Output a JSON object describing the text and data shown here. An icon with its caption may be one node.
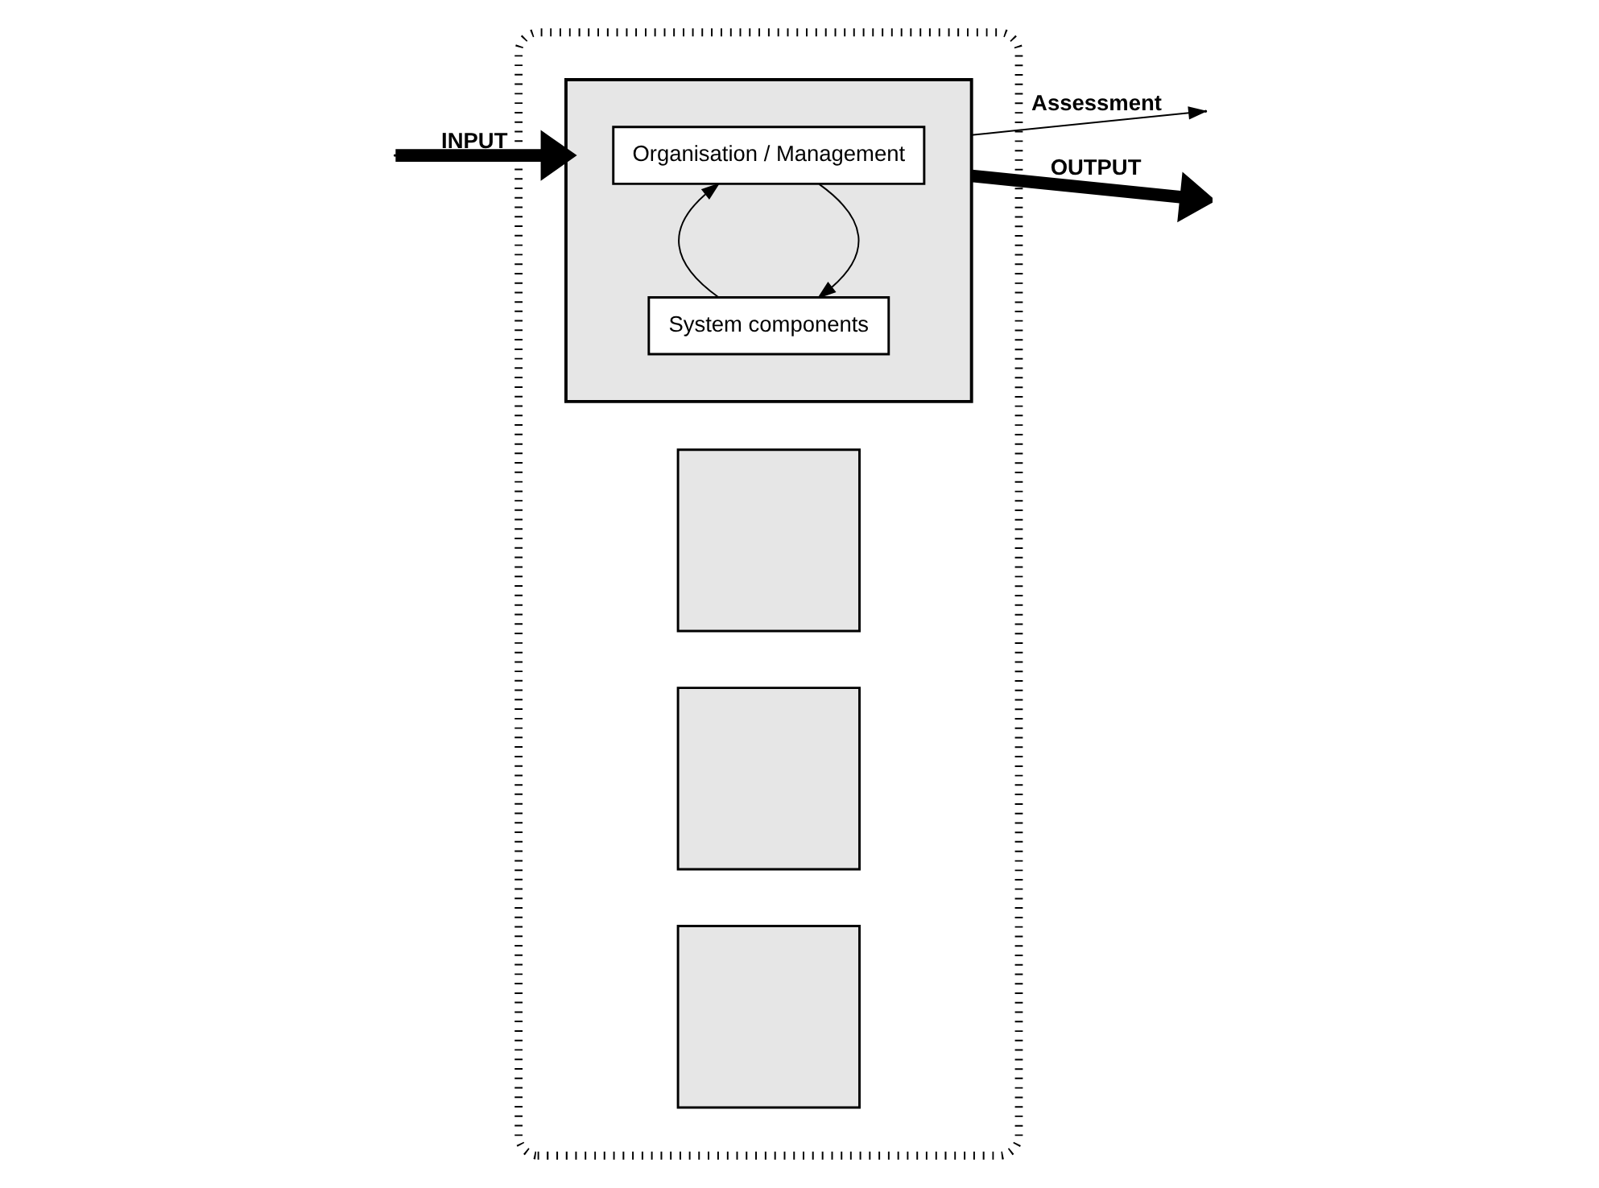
{
  "diagram": {
    "nodes": [
      {
        "text": [],
        "shape": "ellipse"
      },
      {
        "text": [],
        "shape": "box",
        "in": 0
      },
      {
        "text": [],
        "shape": "box",
        "in": 0
      },
      {
        "text": [],
        "shape": "box",
        "in": 0
      },
      {
        "text": [],
        "shape": "box",
        "in": 0
      },
      {
        "text": [
          "Organisation / Management"
        ],
        "in": 4
      },
      {
        "text": [
          "System components"
        ],
        "in": 4
      }
    ],
    "edges": [
      {
        "from": 4,
        "to": null,
        "arrow": "to",
        "label": "Assessment"
      },
      {
        "from": 4,
        "to": null,
        "arrow": "to",
        "label": "OUTPUT",
        "style": "thick"
      },
      {
        "from": 5,
        "to": 6,
        "arrow": "to"
      },
      {
        "from": 6,
        "to": 5,
        "arrow": "to"
      },
      {
        "from": null,
        "to": 4,
        "arrow": "to",
        "label": "INPUT",
        "style": "thick"
      }
    ]
  }
}
